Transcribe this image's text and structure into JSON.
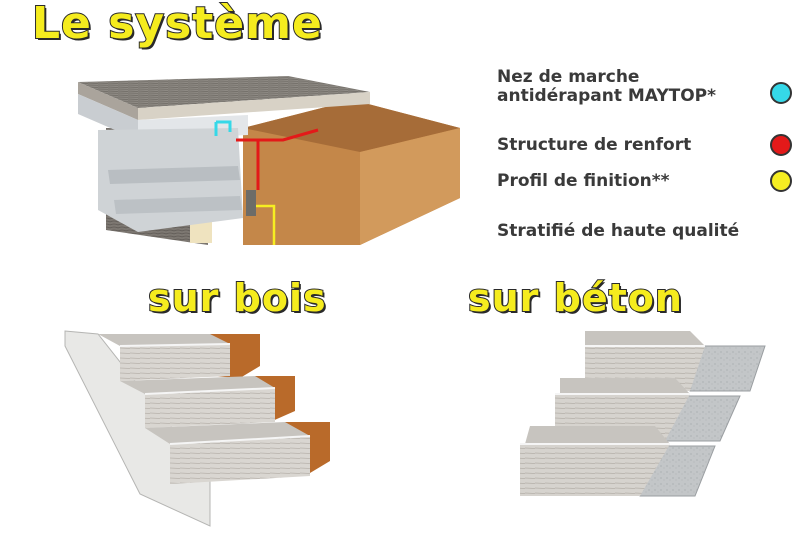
{
  "titles": {
    "main": "Le système",
    "wood": "sur bois",
    "concrete": "sur béton"
  },
  "legend": [
    {
      "line1": "Nez de marche",
      "line2": "antidérapant MAYTOP*",
      "color": "#35d8e8"
    },
    {
      "line1": "Structure de renfort",
      "line2": "",
      "color": "#e31919"
    },
    {
      "line1": "Profil de finition**",
      "line2": "",
      "color": "#f6ee22"
    },
    {
      "line1": "Stratifié de haute qualité",
      "line2": "",
      "color": ""
    }
  ],
  "colors": {
    "title_fill": "#f5ec1e",
    "title_outline": "#2a2a2a",
    "wood": "#c8873e",
    "laminate": "#9a958f",
    "concrete": "#c3c6c8"
  }
}
